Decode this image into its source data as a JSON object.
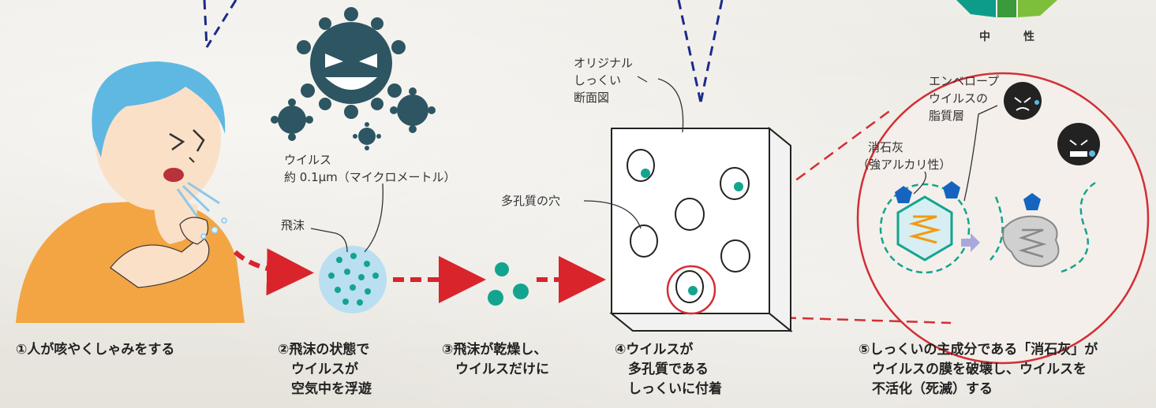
{
  "labels": {
    "neutral": "中　性",
    "virus_1": "ウイルス",
    "virus_2": "約 0.1μm（マイクロメートル）",
    "droplet": "飛沫",
    "original_1": "オリジナル",
    "original_2": "しっくい",
    "original_3": "断面図",
    "pore": "多孔質の穴",
    "envelope_1": "エンベロープ",
    "envelope_2": "ウイルスの",
    "envelope_3": "脂質層",
    "lime_1": "消石灰",
    "lime_2": "（強アルカリ性）"
  },
  "steps": [
    {
      "lines": [
        "①人が咳やくしゃみをする"
      ]
    },
    {
      "lines": [
        "②飛沫の状態で",
        "　ウイルスが",
        "　空気中を浮遊"
      ]
    },
    {
      "lines": [
        "③飛沫が乾燥し、",
        "　ウイルスだけに"
      ]
    },
    {
      "lines": [
        "④ウイルスが",
        "　多孔質である",
        "　しっくいに付着"
      ]
    },
    {
      "lines": [
        "⑤しっくいの主成分である「消石灰」が",
        "　ウイルスの膜を破壊し、ウイルスを",
        "　不活化（死滅）する"
      ]
    }
  ],
  "colors": {
    "arrow_red": "#d9242c",
    "teal": "#13a48f",
    "virus_dark": "#2d5562",
    "skin": "#fbe0c8",
    "hair": "#5fb8e2",
    "shirt": "#f3a544",
    "navy_dash": "#1c2a8a",
    "lime_blue": "#1565c0",
    "zoom_circle": "#d22f35"
  }
}
